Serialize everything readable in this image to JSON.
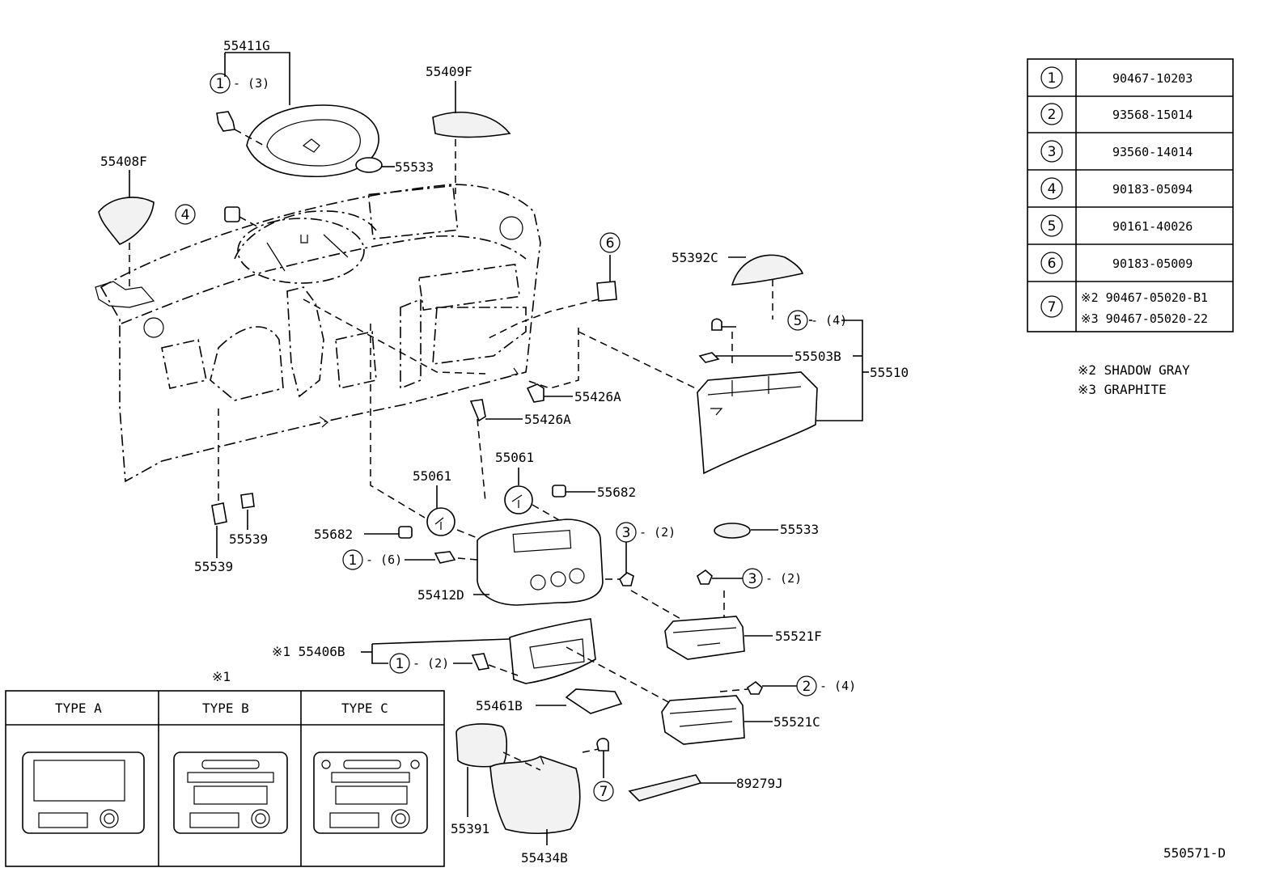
{
  "diagram_code": "550571-D",
  "legend": [
    {
      "num": "1",
      "parts": [
        "90467-10203"
      ]
    },
    {
      "num": "2",
      "parts": [
        "93568-15014"
      ]
    },
    {
      "num": "3",
      "parts": [
        "93560-14014"
      ]
    },
    {
      "num": "4",
      "parts": [
        "90183-05094"
      ]
    },
    {
      "num": "5",
      "parts": [
        "90161-40026"
      ]
    },
    {
      "num": "6",
      "parts": [
        "90183-05009"
      ]
    },
    {
      "num": "7",
      "parts": [
        "※2 90467-05020-B1",
        "※3 90467-05020-22"
      ]
    }
  ],
  "notes": [
    "※2 SHADOW GRAY",
    "※3 GRAPHITE"
  ],
  "type_table": {
    "ref": "※1",
    "types": [
      "TYPE A",
      "TYPE B",
      "TYPE C"
    ]
  },
  "labels": {
    "p55411G": "55411G",
    "p55409F": "55409F",
    "p55533a": "55533",
    "p55408F": "55408F",
    "p55392C": "55392C",
    "p55503B": "55503B",
    "p55510": "55510",
    "p55426A1": "55426A",
    "p55426A2": "55426A",
    "p55061a": "55061",
    "p55061b": "55061",
    "p55682a": "55682",
    "p55682b": "55682",
    "p55539a": "55539",
    "p55539b": "55539",
    "p55533b": "55533",
    "p55412D": "55412D",
    "p55521F": "55521F",
    "p55406B": "※1 55406B",
    "p55461B": "55461B",
    "p55521C": "55521C",
    "p89279J": "89279J",
    "p55391": "55391",
    "p55434B": "55434B"
  },
  "qty": {
    "q1_3": "- (3)",
    "q5_4": "- (4)",
    "q3_2a": "- (2)",
    "q3_2b": "- (2)",
    "q1_6": "- (6)",
    "q1_2": "- (2)",
    "q2_4": "- (4)"
  }
}
